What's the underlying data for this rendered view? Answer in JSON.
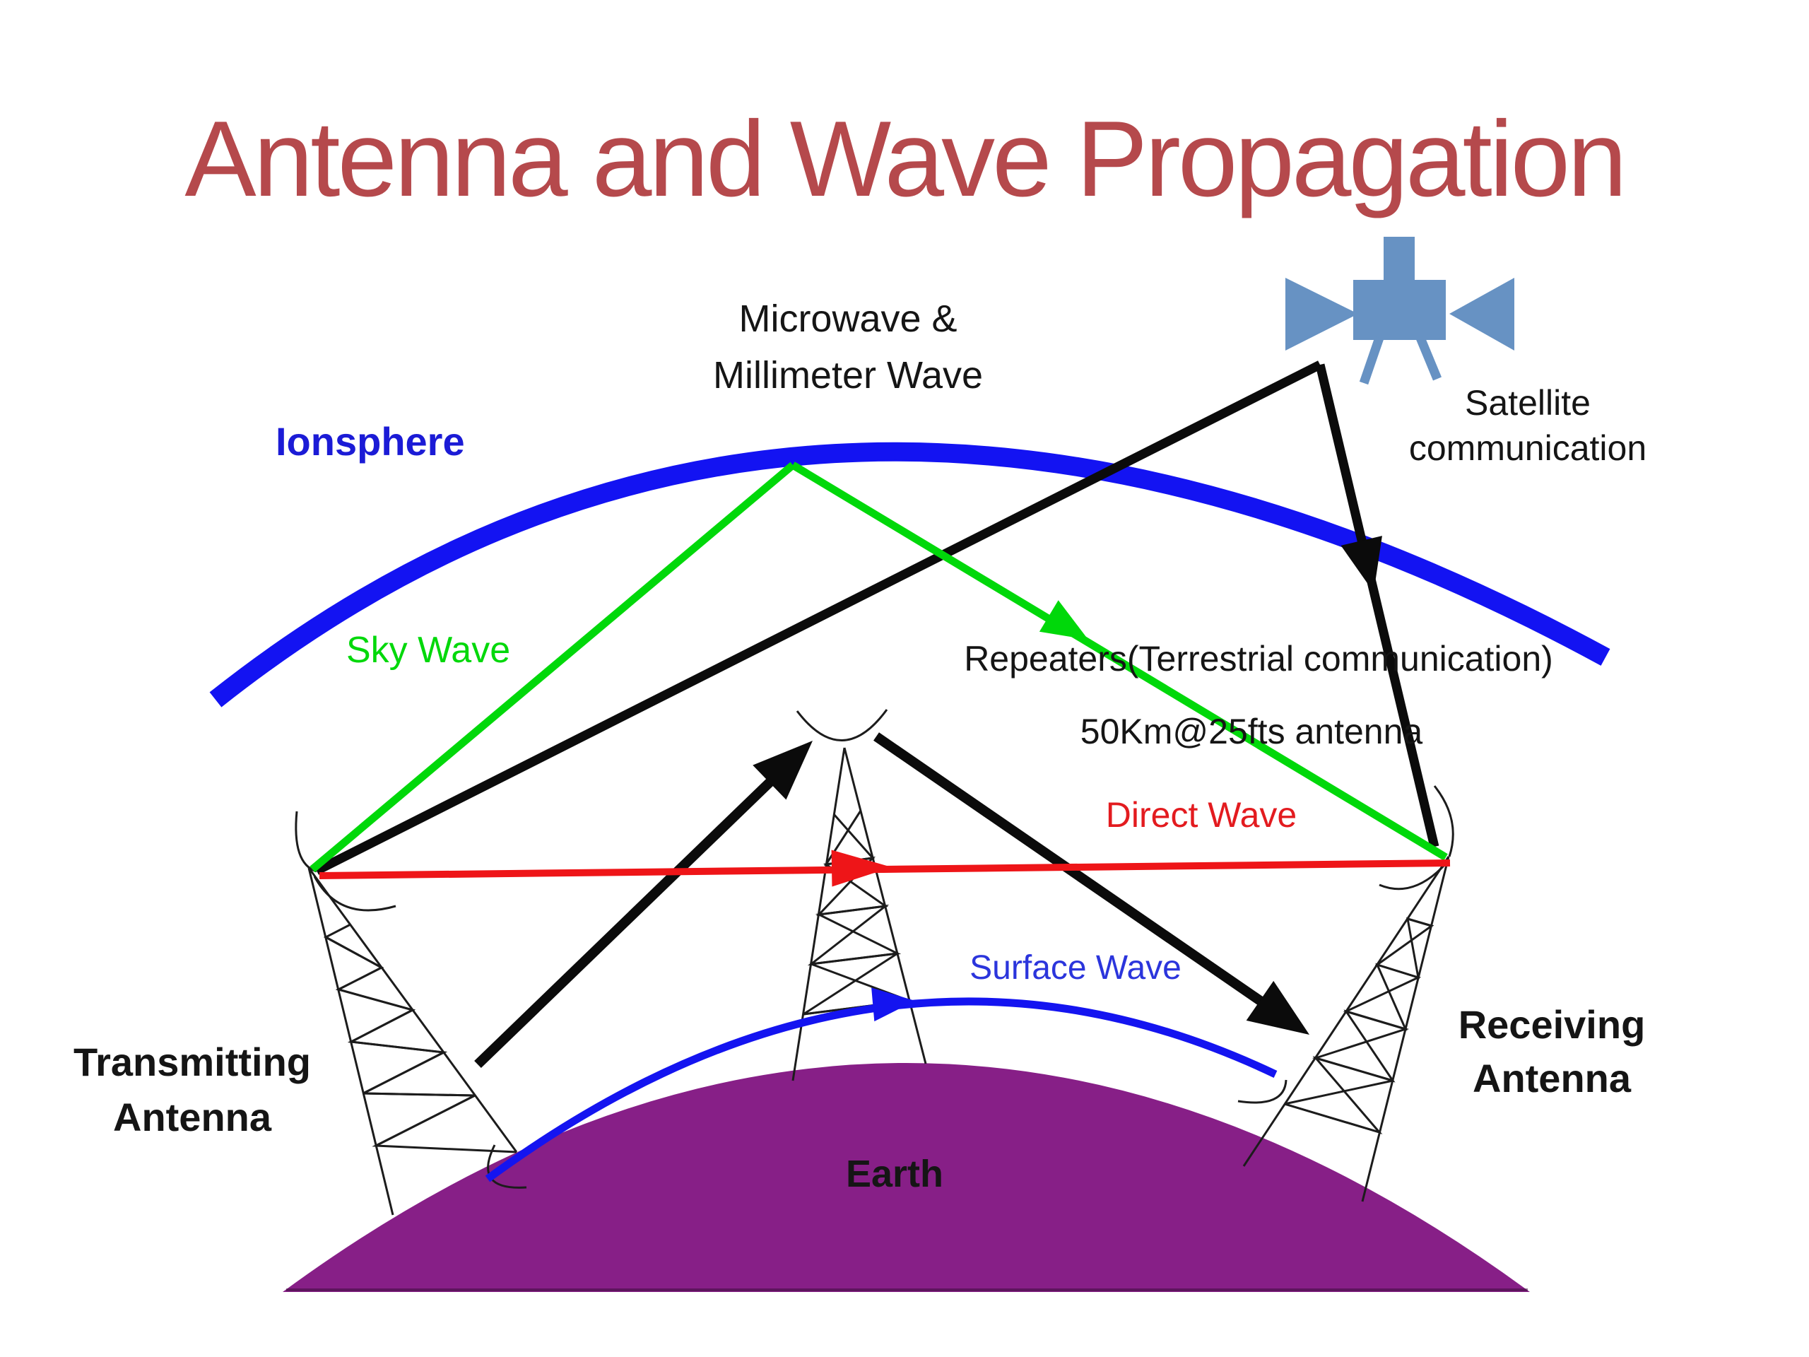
{
  "slide": {
    "title": "Antenna and Wave Propagation",
    "labels": {
      "microwave_line1": "Microwave &",
      "microwave_line2": "Millimeter Wave",
      "satellite_line1": "Satellite",
      "satellite_line2": "communication",
      "ionosphere": "Ionsphere",
      "sky_wave": "Sky Wave",
      "repeaters": "Repeaters(Terrestrial communication)",
      "antenna_spec": "50Km@25fts antenna",
      "direct_wave": "Direct Wave",
      "surface_wave": "Surface Wave",
      "transmitting_line1": "Transmitting",
      "transmitting_line2": "Antenna",
      "receiving_line1": "Receiving",
      "receiving_line2": "Antenna",
      "earth": "Earth"
    },
    "icons": {
      "satellite": "satellite-icon"
    }
  },
  "colors": {
    "title": "#B5494C",
    "text_black": "#151515",
    "ionosphere_arc": "#1313F2",
    "ionosphere_text": "#1B1BD6",
    "sky_wave": "#00D80A",
    "direct_wave": "#EE1518",
    "direct_wave_text": "#E31B1F",
    "surface_wave": "#1414F0",
    "surface_wave_text": "#2B35DC",
    "earth_fill": "#871F87",
    "satellite_fill": "#6792C3",
    "black_line": "#0B0B0B",
    "tower_line": "#1C1C1C"
  }
}
